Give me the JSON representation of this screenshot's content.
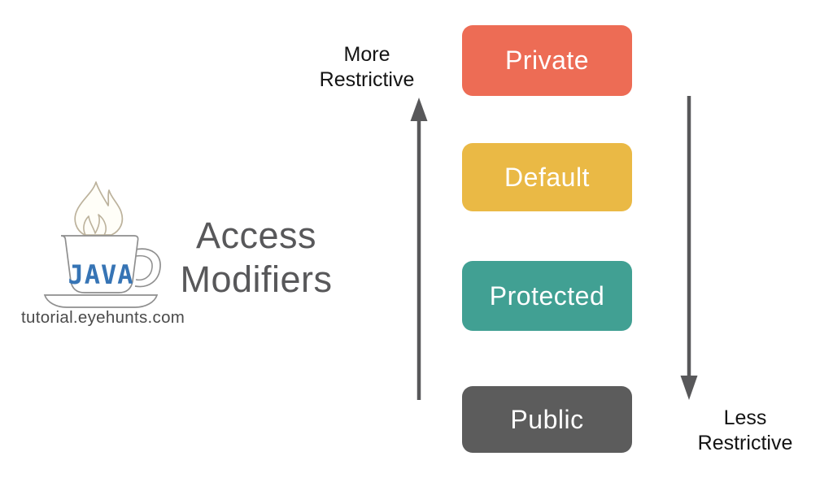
{
  "title": {
    "line1": "Access",
    "line2": "Modifiers",
    "color": "#58585A"
  },
  "logo": {
    "text": "JAVA",
    "caption": "tutorial.eyehunts.com",
    "text_color": "#3674B5",
    "cup_outline_color": "#8F8F8F",
    "flame_outline_color": "#BCB29C",
    "flame_fill": "#FFFEF8"
  },
  "scale": {
    "more": {
      "line1": "More",
      "line2": "Restrictive"
    },
    "less": {
      "line1": "Less",
      "line2": "Restrictive"
    },
    "arrow_color": "#58585A"
  },
  "modifiers": [
    {
      "label": "Private",
      "color": "#ED6C55",
      "text_color": "#FFFFFF"
    },
    {
      "label": "Default",
      "color": "#EAB945",
      "text_color": "#FFFFFF"
    },
    {
      "label": "Protected",
      "color": "#41A093",
      "text_color": "#FFFFFF"
    },
    {
      "label": "Public",
      "color": "#5C5C5C",
      "text_color": "#FFFFFF"
    }
  ]
}
